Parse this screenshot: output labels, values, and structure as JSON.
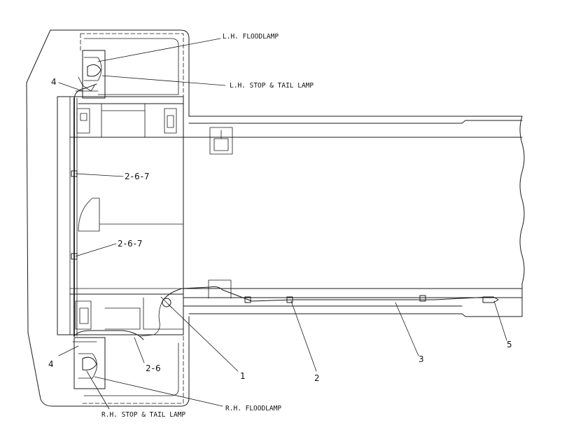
{
  "labels": {
    "lh_floodlamp": "L.H. FLOODLAMP",
    "lh_stop_tail_lamp": "L.H. STOP & TAIL LAMP",
    "rh_floodlamp": "R.H. FLOODLAMP",
    "rh_stop_tail_lamp": "R.H. STOP & TAIL LAMP",
    "part_4_top": "4",
    "part_4_bottom": "4",
    "ref_267_upper": "2-6-7",
    "ref_267_lower": "2-6-7",
    "ref_26": "2-6",
    "part_1": "1",
    "part_2": "2",
    "part_3": "3",
    "part_5": "5"
  }
}
